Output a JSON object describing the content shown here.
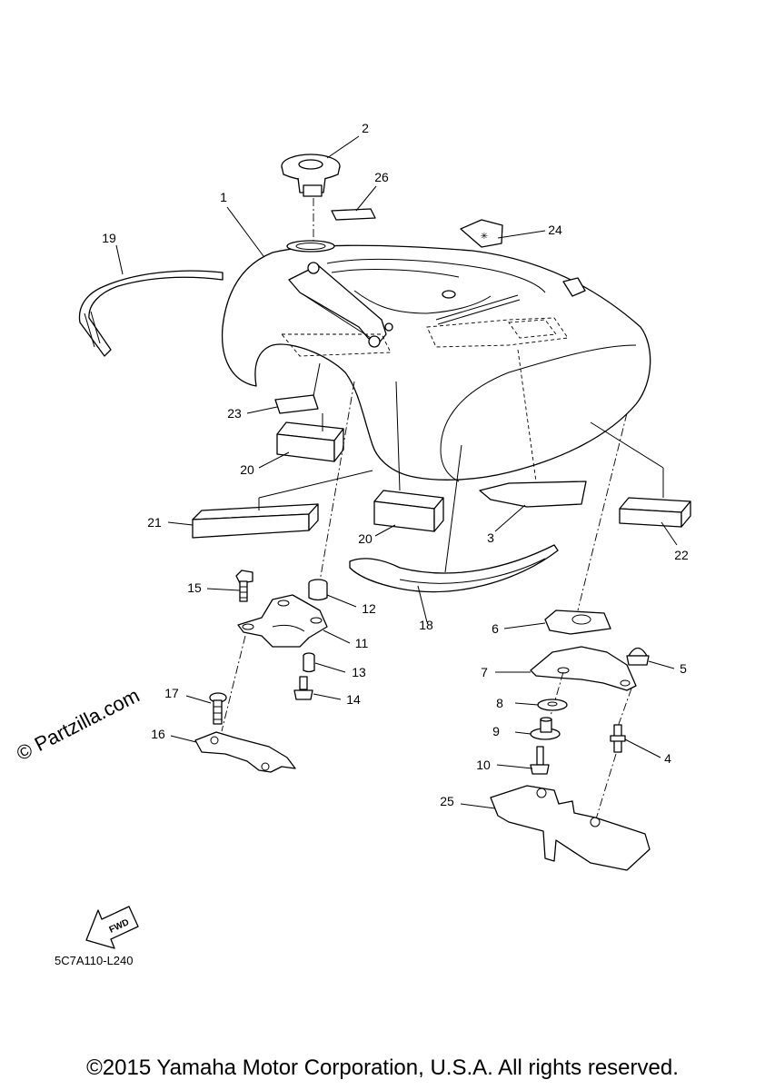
{
  "watermark": "© Partzilla.com",
  "diagram_code": "5C7A110-L240",
  "fwd_label": "FWD",
  "copyright": "©2015 Yamaha Motor Corporation, U.S.A. All rights reserved.",
  "callouts": [
    {
      "id": "c1",
      "label": "1"
    },
    {
      "id": "c2",
      "label": "2"
    },
    {
      "id": "c3",
      "label": "3"
    },
    {
      "id": "c4",
      "label": "4"
    },
    {
      "id": "c5",
      "label": "5"
    },
    {
      "id": "c6",
      "label": "6"
    },
    {
      "id": "c7",
      "label": "7"
    },
    {
      "id": "c8",
      "label": "8"
    },
    {
      "id": "c9",
      "label": "9"
    },
    {
      "id": "c10",
      "label": "10"
    },
    {
      "id": "c11",
      "label": "11"
    },
    {
      "id": "c12",
      "label": "12"
    },
    {
      "id": "c13",
      "label": "13"
    },
    {
      "id": "c14",
      "label": "14"
    },
    {
      "id": "c15",
      "label": "15"
    },
    {
      "id": "c16",
      "label": "16"
    },
    {
      "id": "c17",
      "label": "17"
    },
    {
      "id": "c18",
      "label": "18"
    },
    {
      "id": "c19",
      "label": "19"
    },
    {
      "id": "c20a",
      "label": "20"
    },
    {
      "id": "c20b",
      "label": "20"
    },
    {
      "id": "c21",
      "label": "21"
    },
    {
      "id": "c22",
      "label": "22"
    },
    {
      "id": "c23",
      "label": "23"
    },
    {
      "id": "c24",
      "label": "24"
    },
    {
      "id": "c25",
      "label": "25"
    },
    {
      "id": "c26",
      "label": "26"
    }
  ]
}
